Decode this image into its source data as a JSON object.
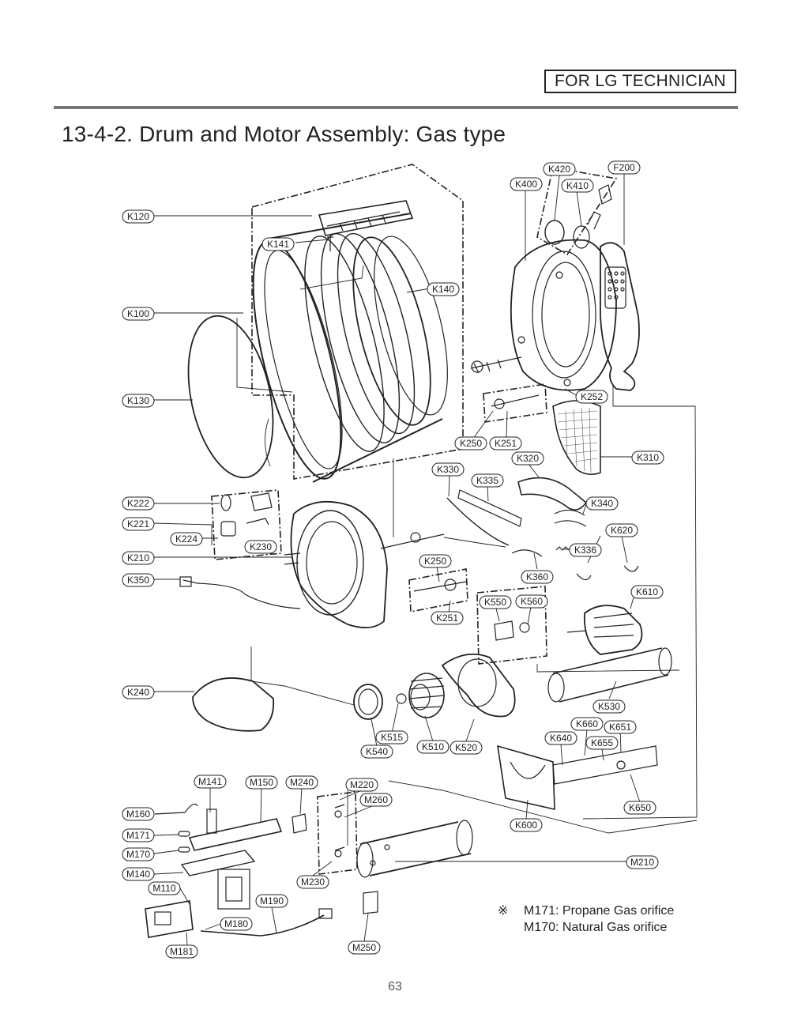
{
  "header": {
    "stamp": "FOR LG TECHNICIAN",
    "title": "13-4-2. Drum and Motor Assembly: Gas type"
  },
  "parts": [
    "K420",
    "F200",
    "K400",
    "K410",
    "K120",
    "K141",
    "K140",
    "K100",
    "K252",
    "K130",
    "K250",
    "K251",
    "K320",
    "K310",
    "K330",
    "K335",
    "K340",
    "K222",
    "K620",
    "K221",
    "K230",
    "K224",
    "K336",
    "K210",
    "K250",
    "K360",
    "K350",
    "K610",
    "K550",
    "K560",
    "K251",
    "K240",
    "K530",
    "K660",
    "K651",
    "K640",
    "K655",
    "K515",
    "K510",
    "K520",
    "K540",
    "M141",
    "M150",
    "M240",
    "M220",
    "M260",
    "M160",
    "K650",
    "K600",
    "M171",
    "M170",
    "M210",
    "M140",
    "M230",
    "M110",
    "M190",
    "M180",
    "M181",
    "M250"
  ],
  "note": {
    "symbol": "※",
    "line1": "M171: Propane Gas orifice",
    "line2": "M170: Natural Gas orifice"
  },
  "page_number": "63"
}
